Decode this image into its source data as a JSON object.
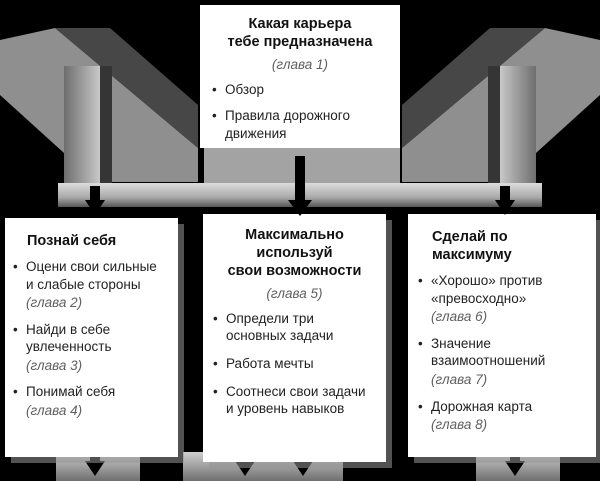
{
  "figure": {
    "top_box": {
      "title_lines": [
        "Какая карьера",
        "тебе предназначена"
      ],
      "chapter": "(глава 1)",
      "items": [
        {
          "text": "Обзор"
        },
        {
          "text": "Правила дорожного движения"
        }
      ]
    },
    "left_box": {
      "title": "Познай себя",
      "items": [
        {
          "text": "Оцени свои сильные и слабые стороны",
          "chapter": "(глава 2)"
        },
        {
          "text": "Найди в себе увлеченность",
          "chapter": "(глава 3)"
        },
        {
          "text": "Понимай себя",
          "chapter": "(глава 4)"
        }
      ]
    },
    "middle_box": {
      "title_lines": [
        "Максимально используй",
        "свои возможности"
      ],
      "chapter": "(глава 5)",
      "items": [
        {
          "text": "Определи три основных задачи"
        },
        {
          "text": "Работа мечты"
        },
        {
          "text": "Соотнеси свои задачи и уровень навыков"
        }
      ]
    },
    "right_box": {
      "title": "Сделай по максимуму",
      "items": [
        {
          "text": "«Хорошо» против «превосходно»",
          "chapter": "(глава 6)"
        },
        {
          "text": "Значение взаимоотношений",
          "chapter": "(глава 7)"
        },
        {
          "text": "Дорожная карта",
          "chapter": "(глава 8)"
        }
      ]
    }
  },
  "colors": {
    "background": "#000000",
    "box_background": "#ffffff",
    "bar_gray": "#a9a9a9",
    "wall_light": "#8f8f8f",
    "wall_dark": "#474747",
    "chapter_text": "#5f5f5f",
    "body_text": "#222222"
  }
}
